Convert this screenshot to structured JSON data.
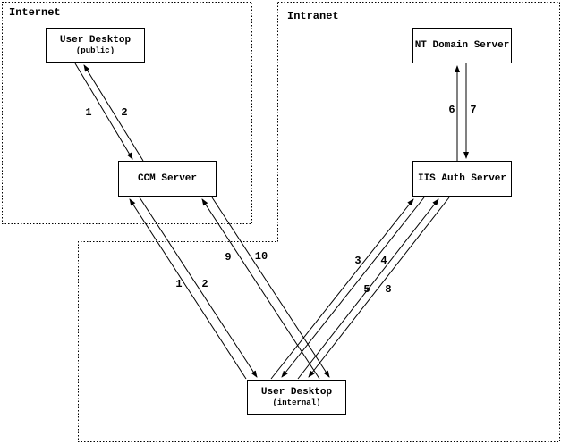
{
  "colors": {
    "foreground": "#000000",
    "background": "#ffffff"
  },
  "regions": {
    "internet": {
      "label": "Internet"
    },
    "intranet": {
      "label": "Intranet"
    }
  },
  "nodes": {
    "user_desktop_public": {
      "title": "User Desktop",
      "subtitle": "(public)"
    },
    "ccm_server": {
      "title": "CCM Server"
    },
    "nt_domain_server": {
      "title": "NT Domain Server"
    },
    "iis_auth_server": {
      "title": "IIS Auth Server"
    },
    "user_desktop_internal": {
      "title": "User Desktop",
      "subtitle": "(internal)"
    }
  },
  "edges": [
    {
      "label": "1",
      "from": "user_desktop_public",
      "to": "ccm_server"
    },
    {
      "label": "2",
      "from": "ccm_server",
      "to": "user_desktop_public"
    },
    {
      "label": "1",
      "from": "user_desktop_internal",
      "to": "ccm_server"
    },
    {
      "label": "2",
      "from": "ccm_server",
      "to": "user_desktop_internal"
    },
    {
      "label": "3",
      "from": "user_desktop_internal",
      "to": "iis_auth_server"
    },
    {
      "label": "4",
      "from": "iis_auth_server",
      "to": "user_desktop_internal"
    },
    {
      "label": "5",
      "from": "user_desktop_internal",
      "to": "iis_auth_server"
    },
    {
      "label": "8",
      "from": "iis_auth_server",
      "to": "user_desktop_internal"
    },
    {
      "label": "6",
      "from": "iis_auth_server",
      "to": "nt_domain_server"
    },
    {
      "label": "7",
      "from": "nt_domain_server",
      "to": "iis_auth_server"
    },
    {
      "label": "9",
      "from": "user_desktop_internal",
      "to": "ccm_server"
    },
    {
      "label": "10",
      "from": "ccm_server",
      "to": "user_desktop_internal"
    }
  ]
}
